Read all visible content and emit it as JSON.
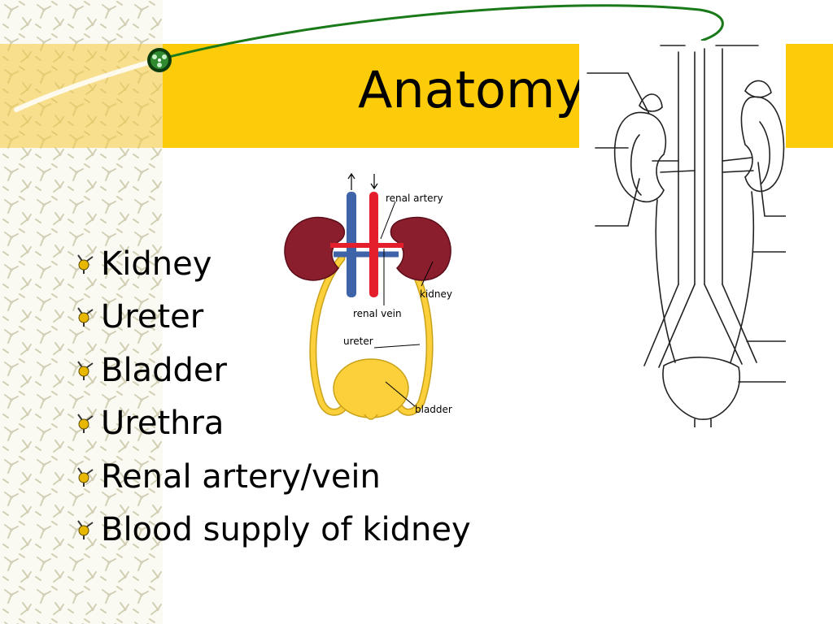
{
  "slide": {
    "title": "Anatomy",
    "bullets": [
      "Kidney",
      "Ureter",
      "Bladder",
      "Urethra",
      "Renal artery/vein",
      "Blood supply of kidney"
    ]
  },
  "diagram_color": {
    "labels": {
      "renal_artery": "renal artery",
      "kidney": "kidney",
      "renal_vein": "renal vein",
      "ureter": "ureter",
      "bladder": "bladder"
    }
  },
  "icons": [
    "bullet-molecule-icon",
    "molecule-node-icon"
  ],
  "colors": {
    "title_band": "#fccc0a",
    "artery": "#e41e2b",
    "vein": "#3e63a8",
    "kidney": "#8b1e2d",
    "ureter_bladder": "#fbd03a",
    "swoosh": "#1a7a1a"
  }
}
